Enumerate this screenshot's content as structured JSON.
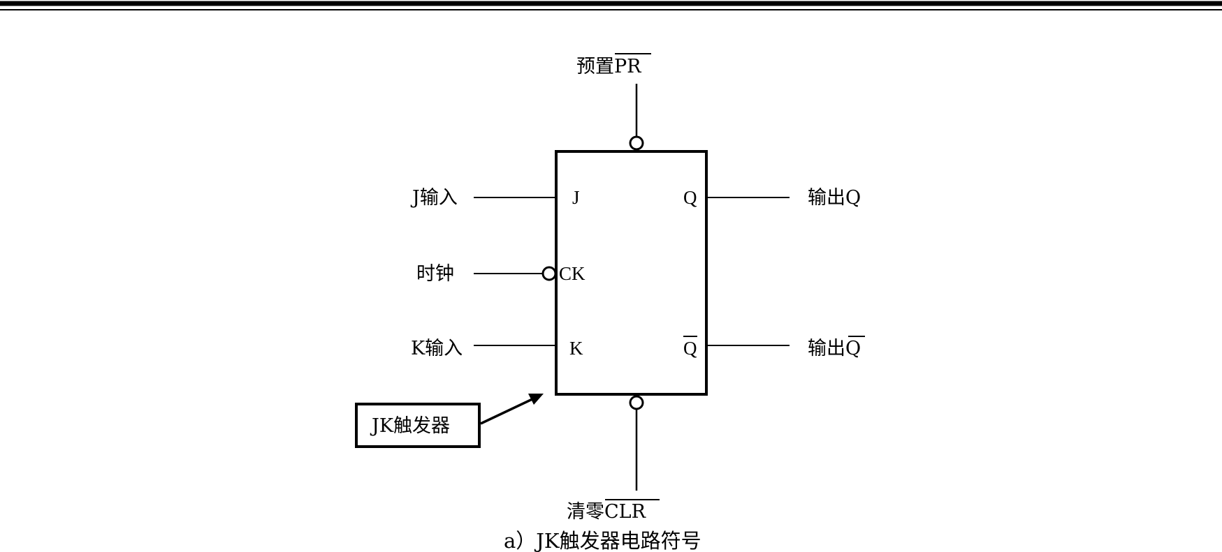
{
  "labels": {
    "preset_text": "预置",
    "preset_signal": "PR",
    "clear_text": "清零",
    "clear_signal": "CLR",
    "j_input": "J输入",
    "clock": "时钟",
    "k_input": "K输入",
    "output_q": "输出Q",
    "output_qbar_text": "输出",
    "output_qbar_signal": "Q",
    "pin_j": "J",
    "pin_ck": "CK",
    "pin_k": "K",
    "pin_q": "Q",
    "pin_qbar": "Q",
    "callout": "JK触发器",
    "caption": "a）JK触发器电路符号"
  },
  "colors": {
    "ink": "#000000",
    "background": "#ffffff"
  }
}
